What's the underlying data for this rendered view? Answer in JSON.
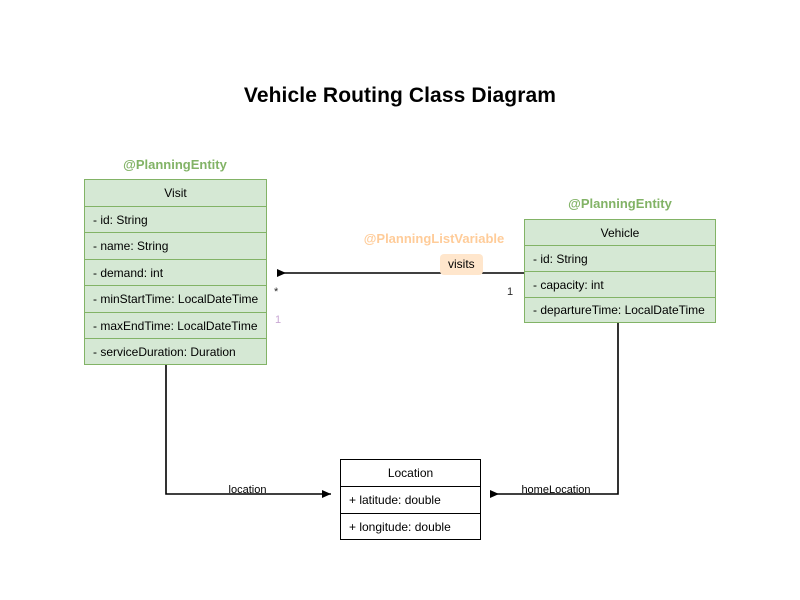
{
  "diagram": {
    "title": "Vehicle Routing Class Diagram",
    "type": "uml-class-diagram",
    "colors": {
      "entity_fill": "#d5e8d4",
      "entity_border": "#82b366",
      "entity_stereotype_text": "#82b366",
      "list_variable_stereotype_text": "#ffcc99",
      "label_badge_fill": "#ffe6cc",
      "plain_fill": "#ffffff",
      "plain_border": "#000000",
      "connector": "#000000",
      "multiplicity_faded": "#c9a8d4",
      "background": "#ffffff"
    }
  },
  "classes": {
    "visit": {
      "stereotype": "@PlanningEntity",
      "name": "Visit",
      "attributes": [
        "- id: String",
        "- name: String",
        "- demand: int",
        "- minStartTime: LocalDateTime",
        "- maxEndTime: LocalDateTime",
        "- serviceDuration: Duration"
      ]
    },
    "vehicle": {
      "stereotype": "@PlanningEntity",
      "name": "Vehicle",
      "attributes": [
        "- id: String",
        "- capacity: int",
        "- departureTime: LocalDateTime"
      ]
    },
    "location": {
      "name": "Location",
      "attributes": [
        "+ latitude: double",
        "+ longitude: double"
      ]
    }
  },
  "relationships": {
    "visits": {
      "stereotype": "@PlanningListVariable",
      "label": "visits",
      "source_multiplicity": "1",
      "target_multiplicity": "*",
      "extra_multiplicity": "1"
    },
    "location": {
      "label": "location"
    },
    "home_location": {
      "label": "homeLocation"
    }
  }
}
